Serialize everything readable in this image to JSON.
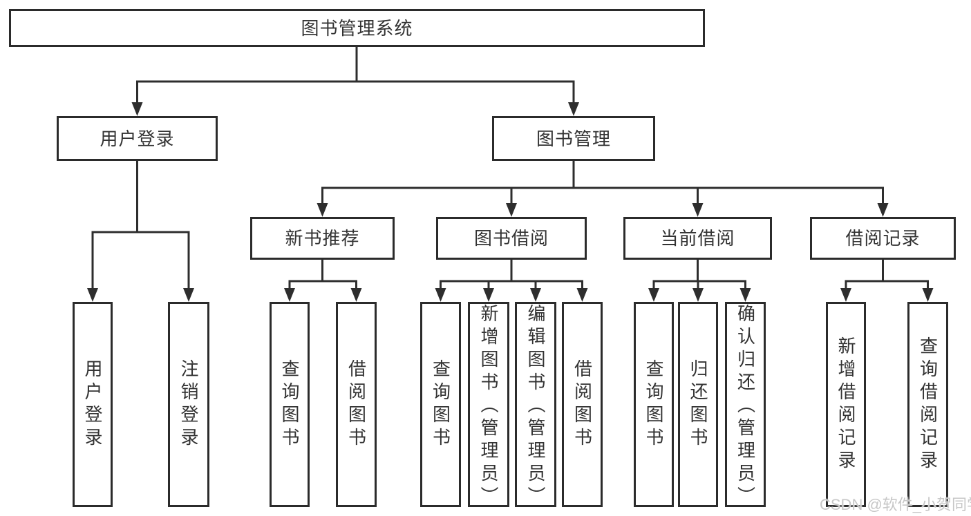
{
  "diagram": {
    "root": {
      "label": "图书管理系统"
    },
    "level2": {
      "user_login": {
        "label": "用户登录",
        "children": [
          "用户登录",
          "注销登录"
        ]
      },
      "book_mgmt": {
        "label": "图书管理"
      }
    },
    "level3": {
      "new_books": {
        "label": "新书推荐",
        "children": [
          "查询图书",
          "借阅图书"
        ]
      },
      "book_borrow": {
        "label": "图书借阅",
        "children": [
          "查询图书",
          "新增图书（管理员）",
          "编辑图书（管理员）",
          "借阅图书"
        ]
      },
      "current_borrow": {
        "label": "当前借阅",
        "children": [
          "查询图书",
          "归还图书",
          "确认归还（管理员）"
        ]
      },
      "borrow_records": {
        "label": "借阅记录",
        "children": [
          "新增借阅记录",
          "查询借阅记录"
        ]
      }
    }
  },
  "watermark": "CSDN @软件_小贺同学",
  "colors": {
    "line": "#2e2e2e",
    "border": "#2b2b2b",
    "text": "#333333",
    "watermark": "#c7c7c7",
    "background": "#ffffff"
  }
}
